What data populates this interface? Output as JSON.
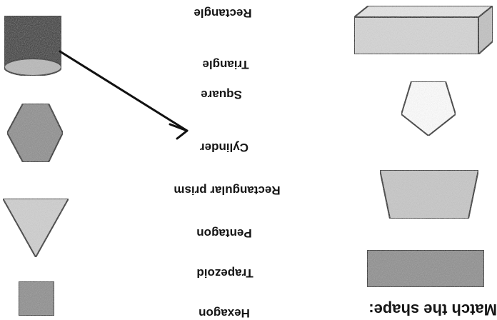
{
  "title": "Match the shape:",
  "labels": [
    "Rectangle",
    "Triangle",
    "Square",
    "Cylinder",
    "Rectangular prism",
    "Pentagon",
    "Trapezoid",
    "Hexagon"
  ],
  "shapes": [
    "cylinder",
    "hexagon",
    "triangle",
    "square",
    "rectangular-prism",
    "pentagon",
    "trapezoid",
    "rectangle"
  ],
  "colors": {
    "dark_fill": "#2a2a2a",
    "mid_fill": "#8e8e8e",
    "light_fill": "#c8c8c8",
    "lightest_fill": "#dedede",
    "stroke": "#111111"
  }
}
